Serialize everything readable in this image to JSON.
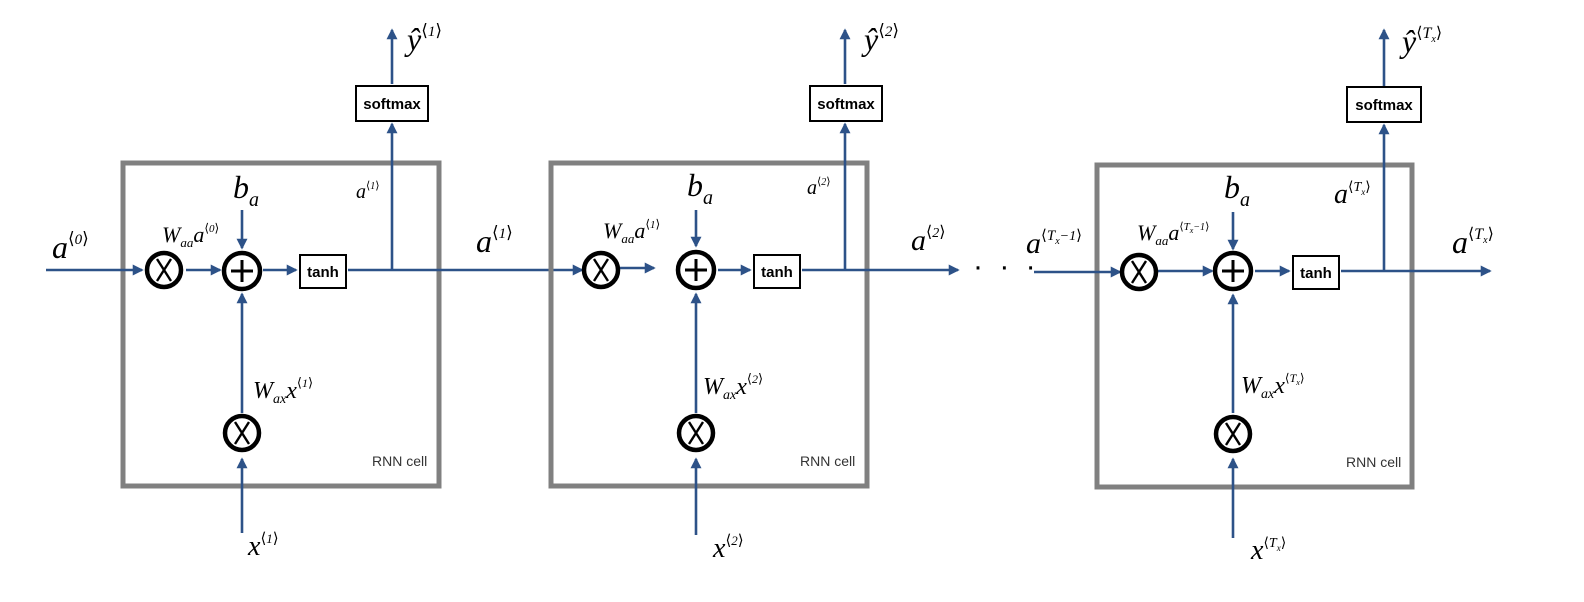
{
  "colors": {
    "flow": "#2d5288",
    "cell_border": "#808080",
    "operator": "#000000"
  },
  "ops": {
    "times": "X",
    "plus": "+",
    "tanh": "tanh",
    "softmax": "softmax"
  },
  "cell_label": "RNN cell",
  "ellipsis": "· · ·",
  "symbols": {
    "a": "a",
    "b": "b",
    "x": "x",
    "y_hat": "ŷ",
    "W": "W",
    "sub_a": "a",
    "sub_aa": "aa",
    "sub_ax": "ax",
    "T": "T",
    "sub_x": "x",
    "minus_one": "−1",
    "lang": "⟨",
    "rang": "⟩"
  },
  "indices": {
    "zero": "0",
    "one": "1",
    "two": "2"
  }
}
